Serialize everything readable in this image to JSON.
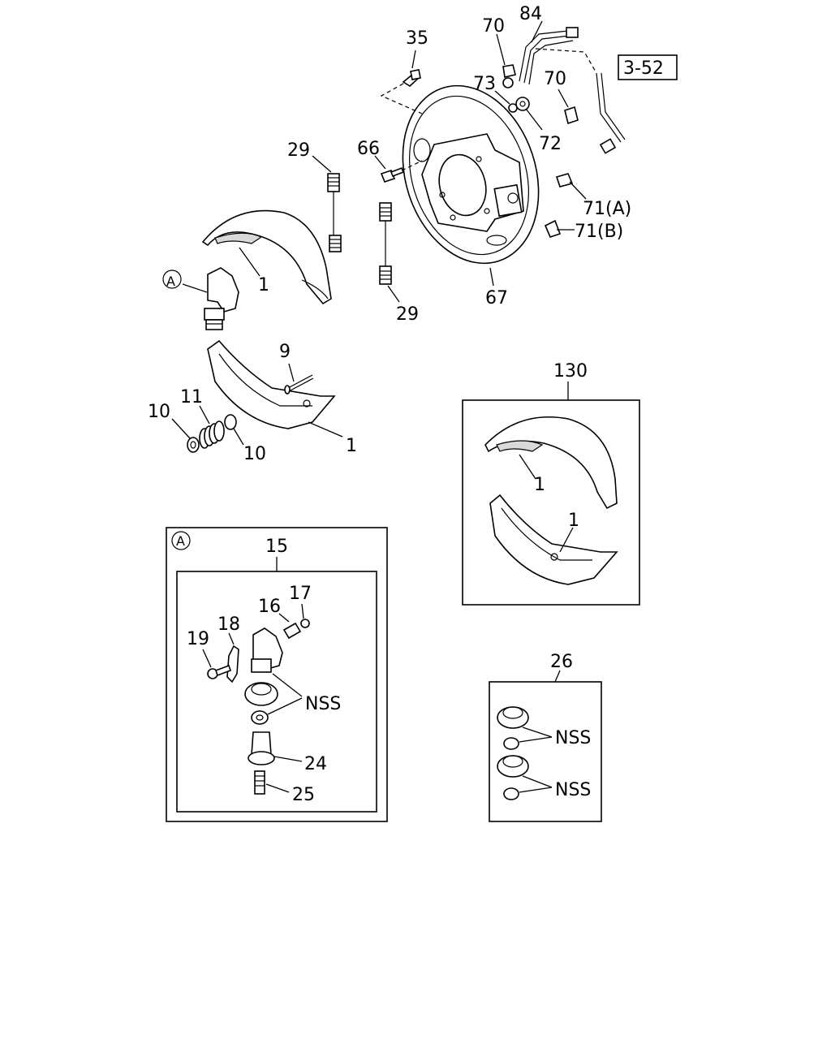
{
  "callouts": {
    "c35": "35",
    "c70a": "70",
    "c84": "84",
    "c3_52": "3-52",
    "c73": "73",
    "c70b": "70",
    "c72": "72",
    "c29a": "29",
    "c66": "66",
    "c71a": "71(A)",
    "c71b": "71(B)",
    "c1a": "1",
    "cA_main": "A",
    "c29b": "29",
    "c67": "67",
    "c9": "9",
    "c11": "11",
    "c10a": "10",
    "c10b": "10",
    "c1b": "1",
    "c130": "130",
    "c1c": "1",
    "c1d": "1",
    "cA_box": "A",
    "c15": "15",
    "c17": "17",
    "c16": "16",
    "c18": "18",
    "c19": "19",
    "cNSS1": "NSS",
    "c24": "24",
    "c25": "25",
    "c26": "26",
    "cNSS2": "NSS",
    "cNSS3": "NSS"
  }
}
